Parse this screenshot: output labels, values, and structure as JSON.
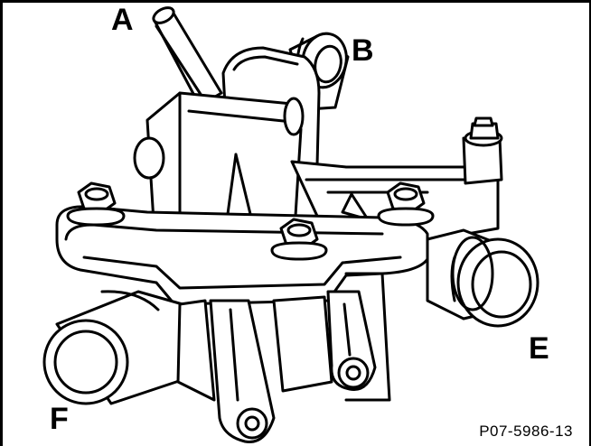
{
  "labels": {
    "a": "A",
    "b": "B",
    "e": "E",
    "f": "F"
  },
  "reference_code": "P07-5986-13",
  "colors": {
    "line": "#000000",
    "background": "#ffffff"
  }
}
